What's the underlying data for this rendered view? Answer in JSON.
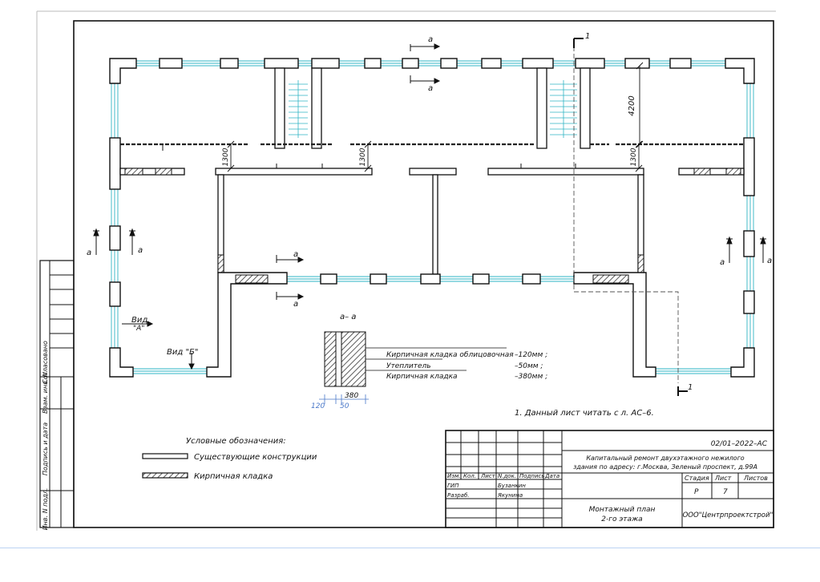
{
  "colors": {
    "line": "#111111",
    "glass": "#2fb4c4",
    "hatch": "#333333",
    "page_rule": "#bcd3f3"
  },
  "section_marks": {
    "top": "а",
    "one": "1",
    "one_bottom": "1"
  },
  "dimensions": {
    "d4200": "4200",
    "d1300": "1300",
    "d120": "120",
    "d380": "380",
    "d50": "50"
  },
  "views": {
    "view_a": "Вид",
    "view_a_letter": "\"А\"",
    "view_b": "Вид \"Б\""
  },
  "section_detail": {
    "title": "а– а",
    "layers": [
      "Кирпичная кладка облицовочная",
      "Утеплитель",
      "Кирпичная кладка"
    ],
    "values": [
      "–120мм ;",
      "–50мм ;",
      "–380мм ;"
    ]
  },
  "note": "1.  Данный лист читать с л. АС–6.",
  "legend": {
    "title": "Условные обозначения:",
    "existing": "Существующие конструкции",
    "brick": "Кирпичная кладка"
  },
  "side_stamp": {
    "agreed": "Согласовано",
    "inv_replace": "Взам. инв. N",
    "sign_date": "Подпись и дата",
    "inv_orig": "Инв. N подл."
  },
  "title_block": {
    "code": "02/01–2022–АС",
    "project_line1": "Капитальный ремонт двухэтажного нежилого",
    "project_line2": "здания по адресу: г.Москва, Зеленый проспект, д.99А",
    "headers": [
      "Изм.",
      "Кол.",
      "Лист",
      "N.док.",
      "Подпись",
      "Дата"
    ],
    "roles": [
      {
        "role": "ГИП",
        "name": "Бузанкин"
      },
      {
        "role": "Разраб.",
        "name": "Якунина"
      }
    ],
    "stage_label": "Стадия",
    "sheet_label": "Лист",
    "sheets_label": "Листов",
    "stage": "Р",
    "sheet": "7",
    "drawing_line1": "Монтажный план",
    "drawing_line2": "2-го этажа",
    "company": "ООО\"Центрпроектстрой\""
  }
}
